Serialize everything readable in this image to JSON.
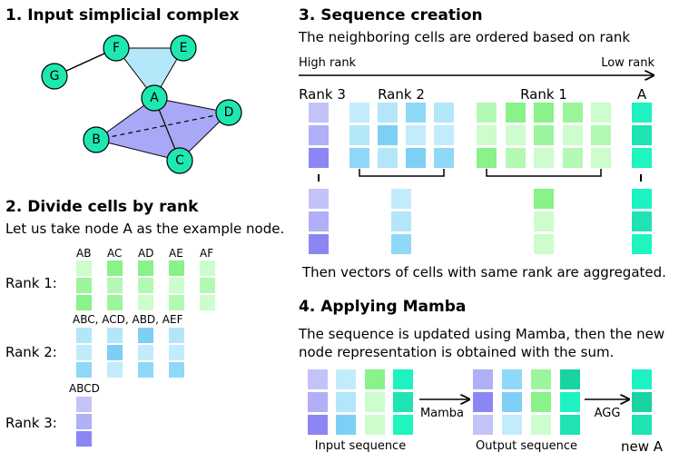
{
  "colors": {
    "rank1_shades": [
      "#cdfccd",
      "#b3f9b3",
      "#9cf59c",
      "#89f289"
    ],
    "rank2_shades": [
      "#c2ecfb",
      "#b4e6fa",
      "#8fd8f7",
      "#7ecff5"
    ],
    "rank3_shades": [
      "#c4c3f8",
      "#b1aff7",
      "#8c86f5"
    ],
    "node_shades": [
      "#1ef2c2",
      "#20e3b4",
      "#19d3a2",
      "#1ef5bf"
    ],
    "node_fill": "#1ee8b0",
    "triangle_fill": "#b3e6f9",
    "tetra_fill": "#a9a8f6"
  },
  "section1": {
    "title": "1. Input simplicial complex",
    "nodes": [
      {
        "id": "G",
        "label": "G"
      },
      {
        "id": "F",
        "label": "F"
      },
      {
        "id": "E",
        "label": "E"
      },
      {
        "id": "A",
        "label": "A"
      },
      {
        "id": "D",
        "label": "D"
      },
      {
        "id": "B",
        "label": "B"
      },
      {
        "id": "C",
        "label": "C"
      }
    ]
  },
  "section2": {
    "title": "2. Divide cells by rank",
    "subtitle": "Let us take node A as the example node.",
    "rank1_label": "Rank 1:",
    "rank2_label": "Rank 2:",
    "rank3_label": "Rank 3:",
    "rank1_cells": [
      "AB",
      "AC",
      "AD",
      "AE",
      "AF"
    ],
    "rank2_cells": "ABC, ACD, ABD, AEF",
    "rank3_cells": [
      "ABCD"
    ]
  },
  "section3": {
    "title": "3. Sequence creation",
    "subtitle": "The neighboring cells are ordered based on rank",
    "high_rank": "High rank",
    "low_rank": "Low rank",
    "group_labels": [
      "Rank 3",
      "Rank 2",
      "Rank 1",
      "A"
    ],
    "caption": "Then vectors of cells with same rank are aggregated."
  },
  "section4": {
    "title": "4. Applying Mamba",
    "line1": "The sequence is updated using Mamba, then the new",
    "line2": "node representation is obtained with the sum.",
    "mamba_label": "Mamba",
    "agg_label": "AGG",
    "input_label": "Input sequence",
    "output_label": "Output sequence",
    "new_label": "new A"
  }
}
